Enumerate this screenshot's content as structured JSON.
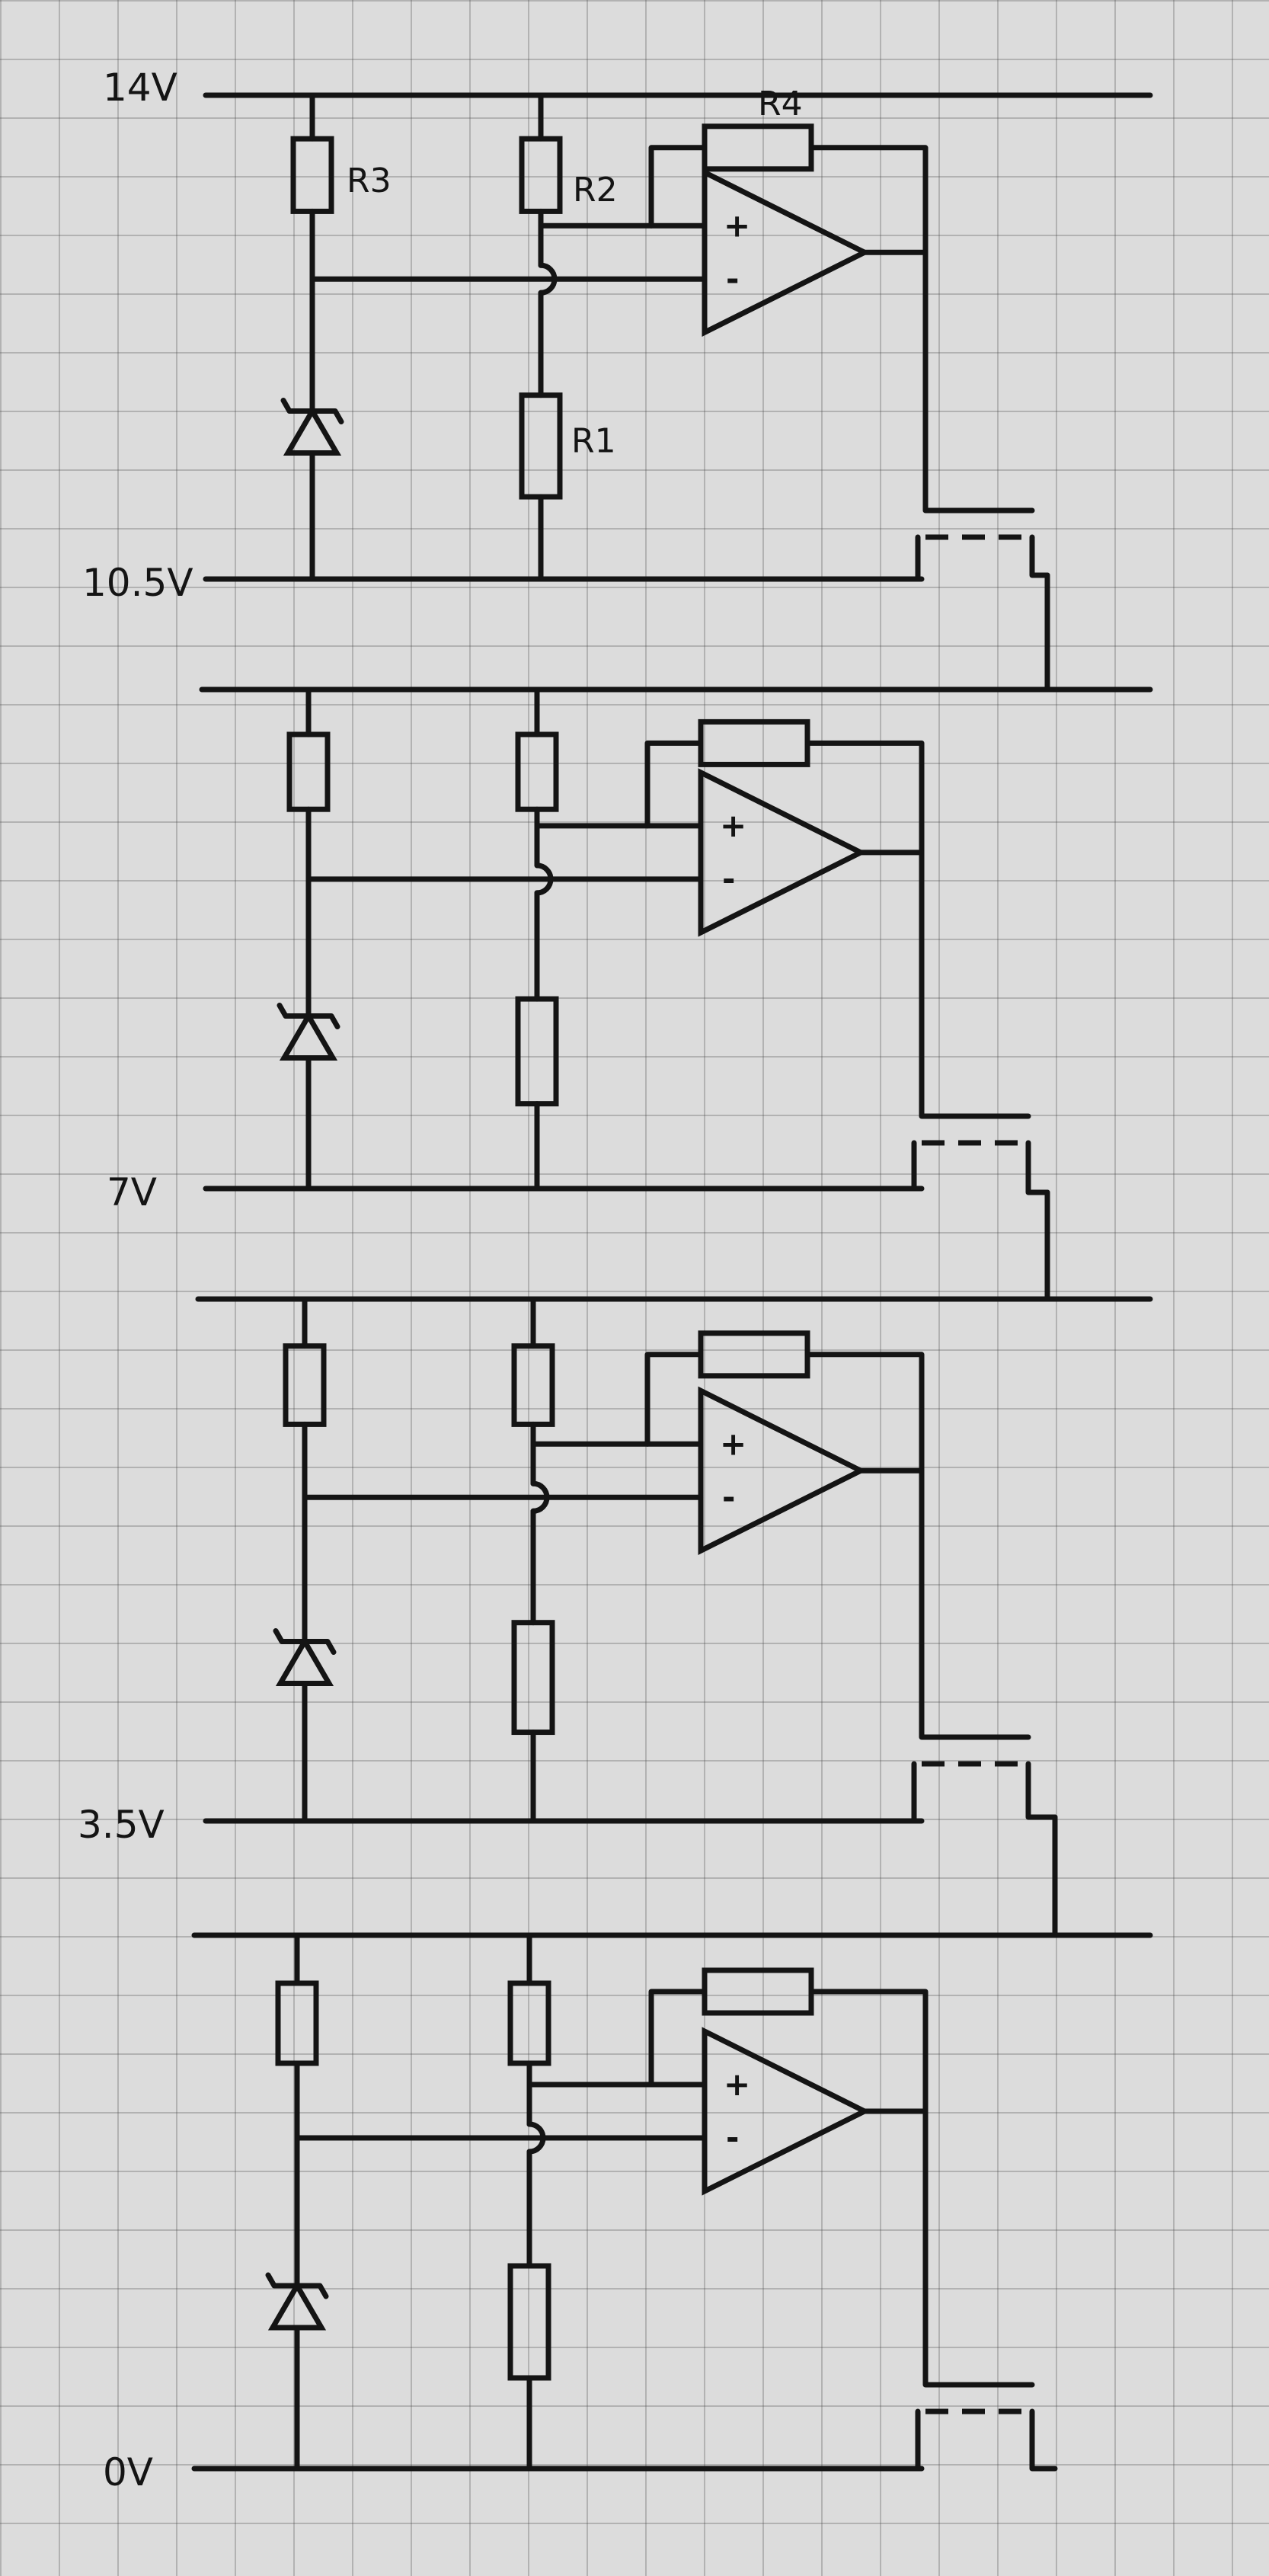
{
  "rails": [
    {
      "label": "14V"
    },
    {
      "label": "10.5V"
    },
    {
      "label": "7V"
    },
    {
      "label": "3.5V"
    },
    {
      "label": "0V"
    }
  ],
  "stages": [
    {
      "r3": "R3",
      "r2": "R2",
      "r1": "R1",
      "r4": "R4",
      "plus": "+",
      "minus": "-"
    },
    {
      "r3": "",
      "r2": "",
      "r1": "",
      "r4": "",
      "plus": "+",
      "minus": "-"
    },
    {
      "r3": "",
      "r2": "",
      "r1": "",
      "r4": "",
      "plus": "+",
      "minus": "-"
    },
    {
      "r3": "",
      "r2": "",
      "r1": "",
      "r4": "",
      "plus": "+",
      "minus": "-"
    }
  ],
  "colors": {
    "paper": "#dcdcdc",
    "grid": "#6e6e6e",
    "ink": "#141414"
  }
}
